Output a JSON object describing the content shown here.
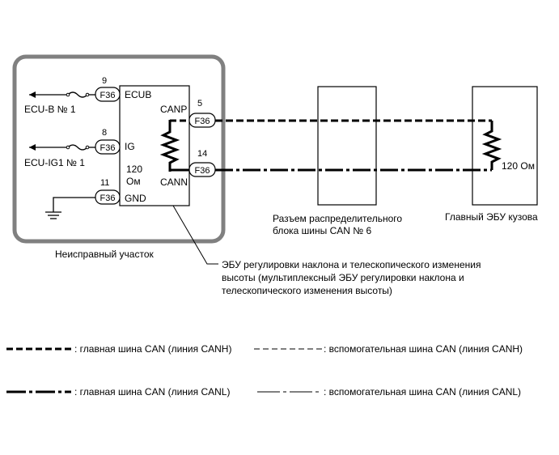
{
  "diagram": {
    "left_ecu": {
      "pins": {
        "ecub": "ECUB",
        "ig": "IG",
        "gnd": "GND",
        "canp": "CANP",
        "cann": "CANN"
      },
      "resistor_value_line1": "120",
      "resistor_value_line2": "Ом"
    },
    "connectors": {
      "label": "F36",
      "pin_ecub": "9",
      "pin_ig": "8",
      "pin_gnd": "11",
      "pin_canp": "5",
      "pin_cann": "14"
    },
    "fuse_labels": {
      "ecu_b": "ECU-B № 1",
      "ecu_ig1": "ECU-IG1 № 1"
    },
    "faulty_area_label": "Неисправный участок",
    "ecu_description_lines": [
      "ЭБУ регулировки наклона и телескопического изменения",
      "высоты (мультиплексный ЭБУ регулировки наклона и",
      "телескопического изменения высоты)"
    ],
    "junction_block_lines": [
      "Разъем распределительного",
      "блока шины CAN № 6"
    ],
    "main_body_ecu": {
      "label": "Главный ЭБУ кузова",
      "resistor_value": "120 Ом"
    }
  },
  "legend": {
    "main_canh": ": главная шина CAN (линия CANH)",
    "sub_canh": ": вспомогательная шина CAN (линия CANH)",
    "main_canl": ": главная шина CAN (линия CANL)",
    "sub_canl": ": вспомогательная шина CAN (линия CANL)"
  }
}
